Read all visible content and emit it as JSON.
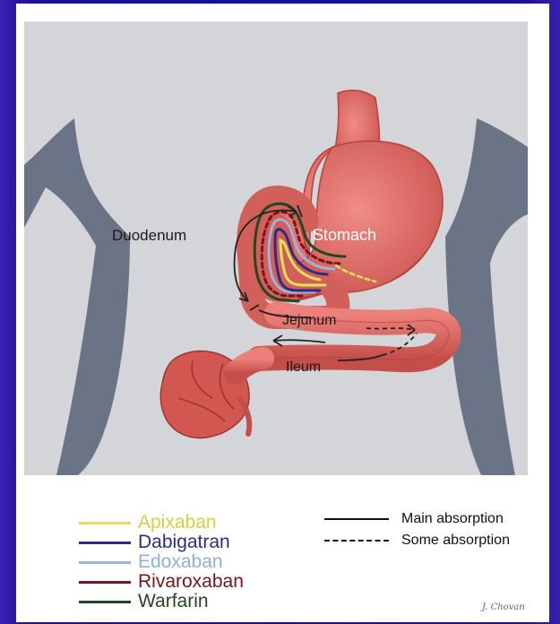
{
  "diagram": {
    "labels": {
      "duodenum": "Duodenum",
      "stomach": "Stomach",
      "jejunum": "Jejunum",
      "ileum": "Ileum"
    },
    "colors": {
      "background_blue": "#14109a",
      "body_gray": "#d3d5d9",
      "flank_gray": "#6b7486",
      "gut_pink": "#e26b66",
      "gut_dark": "#b8403d",
      "colon_red": "#d15750"
    }
  },
  "legend": {
    "drugs": [
      {
        "name": "Apixaban",
        "color": "#e8e05a"
      },
      {
        "name": "Dabigatran",
        "color": "#2c2b86"
      },
      {
        "name": "Edoxaban",
        "color": "#9ab6dc"
      },
      {
        "name": "Rivaroxaban",
        "color": "#7a1418"
      },
      {
        "name": "Warfarin",
        "color": "#1d4a1e"
      }
    ],
    "absorption": [
      {
        "label": "Main absorption",
        "style": "solid"
      },
      {
        "label": "Some absorption",
        "style": "dashed"
      }
    ]
  },
  "signature": "J. Chovan"
}
